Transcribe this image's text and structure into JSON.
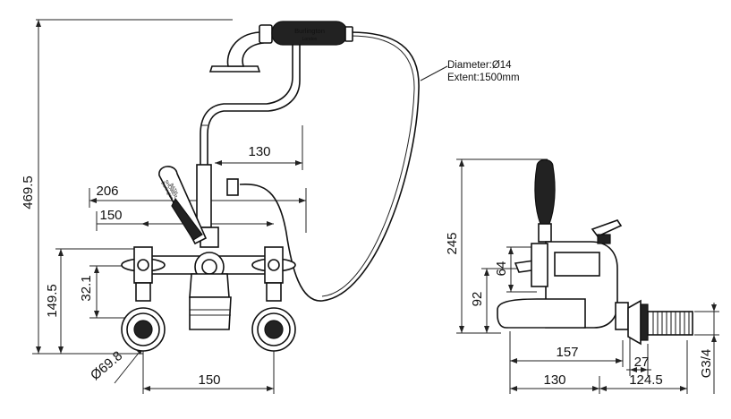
{
  "brand": {
    "handset_logo": "Burlington",
    "handset_sub": "London",
    "lever_text": [
      "Burlington",
      "SHOWER",
      "BATH"
    ]
  },
  "hose_note": {
    "line1": "Diameter:Ø14",
    "line2": "Extent:1500mm"
  },
  "front_view": {
    "overall_height": "469.5",
    "handset_offset": "130",
    "outer_width": "206",
    "inner_width": "150",
    "lower_height": "149.5",
    "handle_offset": "32.1",
    "flange_diameter": "Ø69.8",
    "centres": "150"
  },
  "side_view": {
    "lever_height": "245",
    "handle_span": "64",
    "spout_height": "92",
    "projection": "157",
    "spout_reach": "130",
    "depth": "124.5",
    "thread_length": "27",
    "thread_size": "G3/4"
  }
}
